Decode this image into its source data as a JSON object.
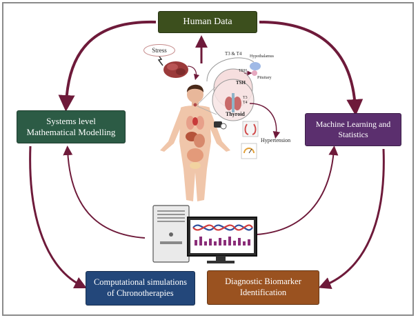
{
  "boxes": {
    "human_data": "Human Data",
    "systems_line1": "Systems level",
    "systems_line2": "Mathematical Modelling",
    "ml_line1": "Machine Learning and",
    "ml_line2": "Statistics",
    "comp_line1": "Computational simulations",
    "comp_line2": "of Chronotherapies",
    "diag_line1": "Diagnostic Biomarker",
    "diag_line2": "Identification"
  },
  "illustration": {
    "stress": "Stress",
    "t3t4": "T3 & T4",
    "hypothalamus": "Hypothalamus",
    "trh": "TRH",
    "pituitary": "Pituitary",
    "tsh": "TSH",
    "t3": "T3",
    "t4": "T4",
    "thyroid": "Thyroid",
    "hypertension": "Hypertension"
  },
  "colors": {
    "arrow": "#6e1a3a",
    "human_data_bg": "#3c4f1d",
    "systems_bg": "#2c5b45",
    "ml_bg": "#5b2f6e",
    "comp_bg": "#23477a",
    "diag_bg": "#9a5220"
  }
}
